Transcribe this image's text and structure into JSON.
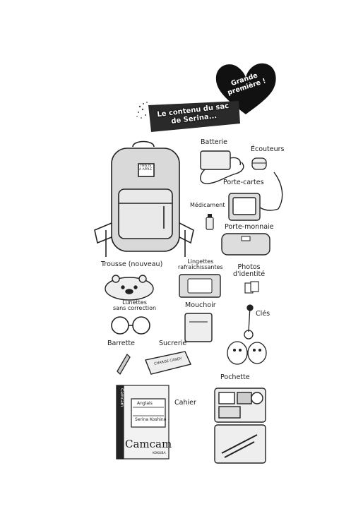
{
  "badge": {
    "line1": "Grande",
    "line2": "première !"
  },
  "title": {
    "line1": "Le contenu du sac",
    "line2": "de Serina..."
  },
  "items": {
    "batterie": "Batterie",
    "ecouteurs": "Écouteurs",
    "porte_cartes": "Porte-cartes",
    "medicament": "Médicament",
    "porte_monnaie": "Porte-monnaie",
    "trousse": "Trousse (nouveau)",
    "lingettes_1": "Lingettes",
    "lingettes_2": "rafraîchissantes",
    "photos_1": "Photos",
    "photos_2": "d'identité",
    "lunettes_1": "Lunettes",
    "lunettes_2": "sans correction",
    "mouchoir": "Mouchoir",
    "cles": "Clés",
    "barrette": "Barrette",
    "sucrerie": "Sucrerie",
    "pochette": "Pochette",
    "cahier": "Cahier"
  },
  "backpack_tag": {
    "line1": "THIS IS",
    "line2": "A APPLE"
  },
  "notebook": {
    "top": "Camcam",
    "subject": "Anglais",
    "owner": "Serina Koshino",
    "brand": "Camcam",
    "maker": "KOKUBA"
  },
  "candy_label": "CHARGE CANDY"
}
